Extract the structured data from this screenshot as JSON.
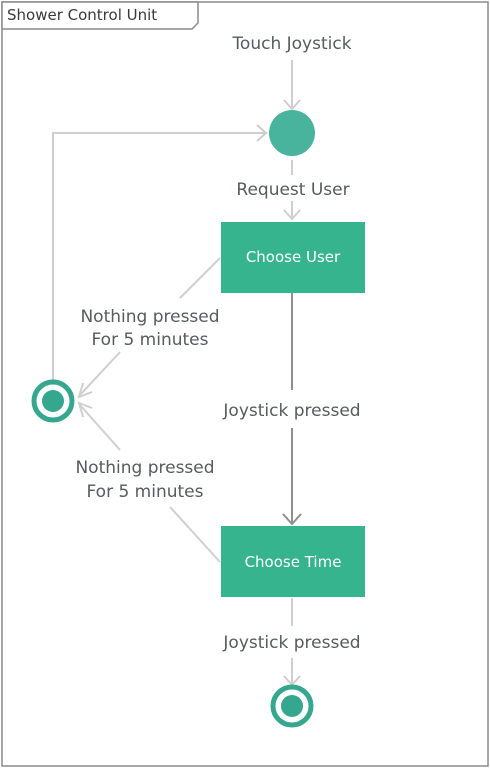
{
  "diagram": {
    "frame_title": "Shower Control Unit",
    "states": {
      "choose_user": "Choose User",
      "choose_time": "Choose Time"
    },
    "transitions": {
      "touch_joystick": "Touch Joystick",
      "request_user": "Request User",
      "joystick_pressed_1": "Joystick pressed",
      "joystick_pressed_2": "Joystick pressed",
      "timeout_user_line1": "Nothing pressed",
      "timeout_user_line2": "For 5 minutes",
      "timeout_time_line1": "Nothing pressed",
      "timeout_time_line2": "For 5 minutes"
    }
  },
  "colors": {
    "node_fill": "#35b48d",
    "initial_fill": "#48b49e",
    "final_ring": "#35a78f",
    "edge_light": "#cfcfcf",
    "edge_dark": "#8f8f8f",
    "frame_border": "#8a8a8a",
    "label_text": "#555b5f"
  }
}
